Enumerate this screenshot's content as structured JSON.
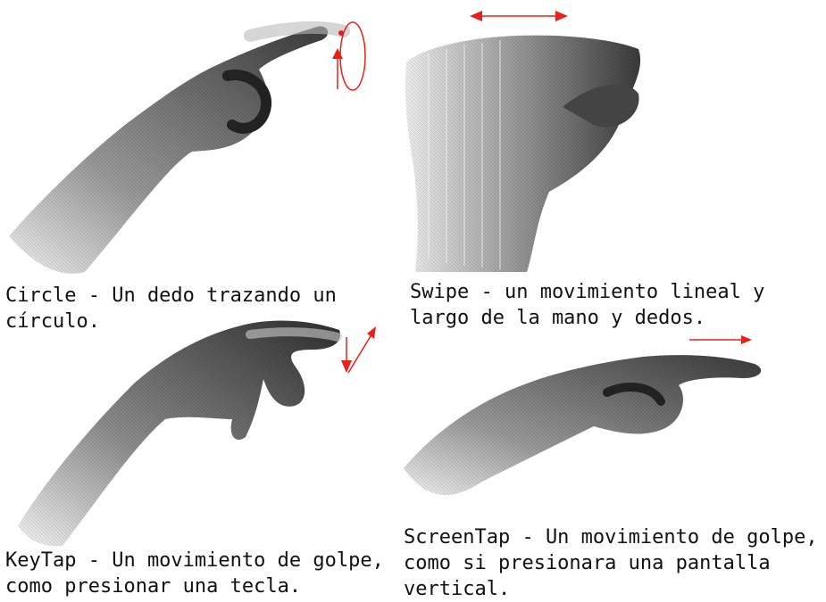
{
  "gestures": [
    {
      "id": "circle",
      "lines": [
        "Circle - Un dedo trazando un",
        "círculo."
      ]
    },
    {
      "id": "swipe",
      "lines": [
        "Swipe  - un movimiento lineal y",
        "largo de la mano y dedos."
      ]
    },
    {
      "id": "keytap",
      "lines": [
        "KeyTap - Un movimiento de golpe,",
        "como presionar una tecla."
      ]
    },
    {
      "id": "screentap",
      "lines": [
        "ScreenTap - Un movimiento de golpe,",
        "como si presionara una pantalla",
        "vertical."
      ]
    }
  ],
  "colors": {
    "arrow": "#e8201a",
    "hand_dark": "#2a2a2a",
    "hand_mid": "#6e6e6e",
    "hand_light": "#cfcfcf"
  }
}
